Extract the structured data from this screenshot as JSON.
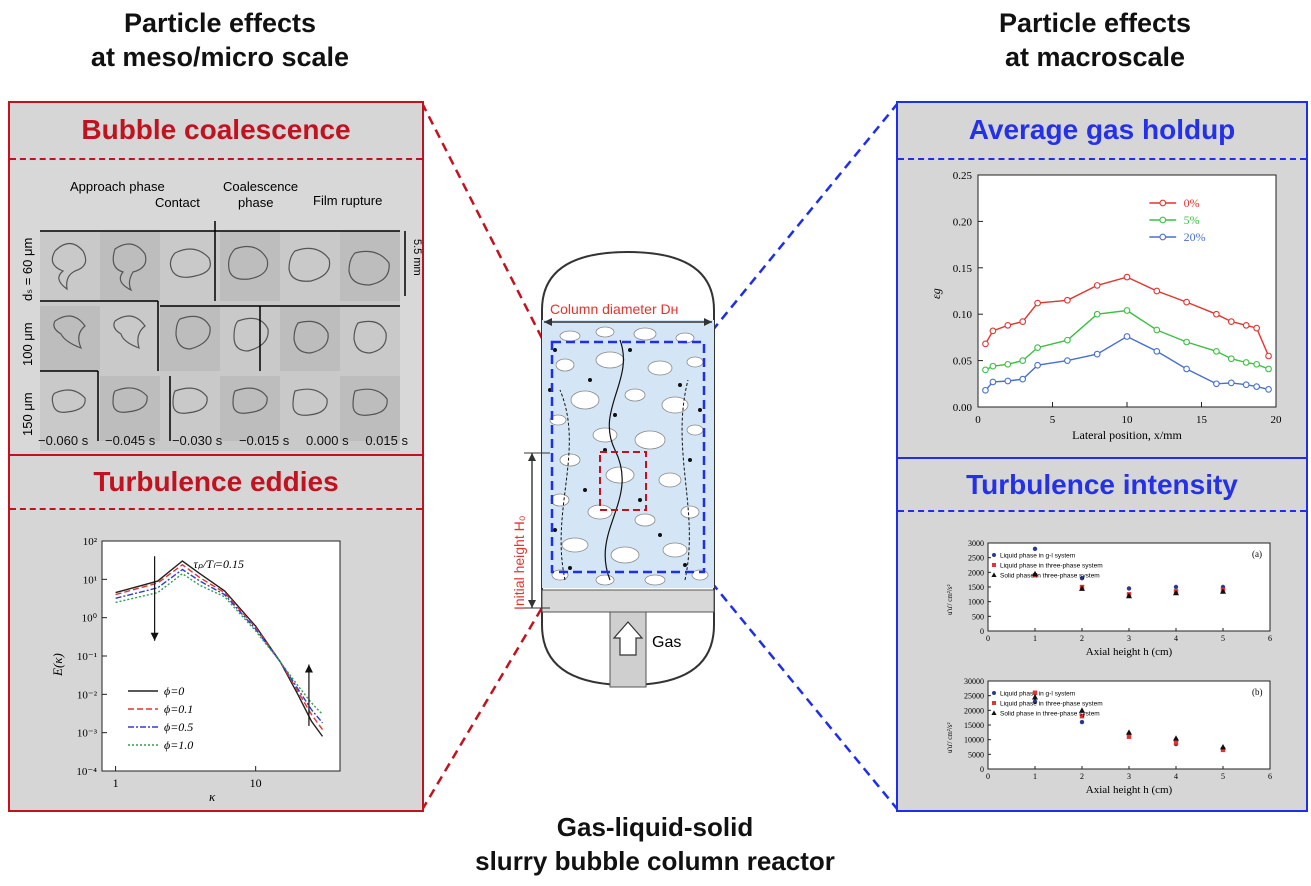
{
  "headings": {
    "left": [
      "Particle effects",
      "at meso/micro scale"
    ],
    "right": [
      "Particle effects",
      "at macroscale"
    ],
    "bottom": [
      "Gas-liquid-solid",
      "slurry bubble column reactor"
    ]
  },
  "panels": {
    "bubble_coalescence": {
      "title": "Bubble coalescence",
      "labels": {
        "approach": "Approach phase",
        "contact": "Contact",
        "coalescence": "Coalescence",
        "coalescence2": "phase",
        "rupture": "Film rupture",
        "scale": "5.5 mm"
      },
      "rows": [
        "dₛ = 60 μm",
        "100 μm",
        "150 μm"
      ],
      "times": [
        "−0.060 s",
        "−0.045 s",
        "−0.030 s",
        "−0.015 s",
        "0.000 s",
        "0.015 s"
      ]
    },
    "turbulence_eddies": {
      "title": "Turbulence  eddies"
    },
    "gas_holdup": {
      "title": "Average gas holdup"
    },
    "turbulence_intensity": {
      "title": "Turbulence intensity"
    }
  },
  "reactor": {
    "diameter_label": "Column diameter Dʜ",
    "height_label": "Initial height H₀",
    "gas_label": "Gas"
  },
  "chart_data": [
    {
      "type": "line",
      "id": "energy-spectrum",
      "xlabel": "κ",
      "ylabel": "E(κ)",
      "xscale": "log",
      "yscale": "log",
      "xlim": [
        0.8,
        40
      ],
      "ylim": [
        0.0001,
        100
      ],
      "x_ticks": [
        "1",
        "10"
      ],
      "y_ticks": [
        "10⁻⁴",
        "10⁻³",
        "10⁻²",
        "10⁻¹",
        "10⁰",
        "10¹",
        "10²"
      ],
      "annotation": "τₚ/Tₗ=0.15",
      "x": [
        1,
        2,
        3,
        4,
        6,
        10,
        15,
        20,
        25,
        30
      ],
      "series": [
        {
          "name": "ϕ=0",
          "color": "#222222",
          "dash": "",
          "values": [
            4.5,
            9,
            30,
            14,
            5,
            0.6,
            0.07,
            0.01,
            0.002,
            0.0008
          ]
        },
        {
          "name": "ϕ=0.1",
          "color": "#e3342f",
          "dash": "6,3",
          "values": [
            4,
            8,
            24,
            11,
            4.5,
            0.55,
            0.07,
            0.012,
            0.003,
            0.0012
          ]
        },
        {
          "name": "ϕ=0.5",
          "color": "#2f3fd6",
          "dash": "6,2,2,2",
          "values": [
            3.2,
            6,
            18,
            9,
            4,
            0.5,
            0.07,
            0.014,
            0.004,
            0.0018
          ]
        },
        {
          "name": "ϕ=1.0",
          "color": "#2e9e4f",
          "dash": "2,2",
          "values": [
            2.5,
            4.5,
            14,
            7,
            3.5,
            0.45,
            0.07,
            0.017,
            0.006,
            0.003
          ]
        }
      ]
    },
    {
      "type": "line",
      "id": "gas-holdup",
      "xlabel": "Lateral position, x/mm",
      "ylabel": "εg",
      "xlim": [
        0,
        20
      ],
      "ylim": [
        0,
        0.25
      ],
      "x_ticks": [
        "0",
        "5",
        "10",
        "15",
        "20"
      ],
      "y_ticks": [
        "0.00",
        "0.05",
        "0.10",
        "0.15",
        "0.20",
        "0.25"
      ],
      "x": [
        0.5,
        1,
        2,
        3,
        4,
        6,
        8,
        10,
        12,
        14,
        16,
        17,
        18,
        18.7,
        19.5
      ],
      "series": [
        {
          "name": "0%",
          "color": "#e3342f",
          "values": [
            0.068,
            0.082,
            0.088,
            0.092,
            0.112,
            0.115,
            0.131,
            0.14,
            0.125,
            0.113,
            0.1,
            0.092,
            0.088,
            0.085,
            0.055
          ]
        },
        {
          "name": "5%",
          "color": "#3dbf46",
          "values": [
            0.04,
            0.044,
            0.046,
            0.05,
            0.064,
            0.072,
            0.1,
            0.104,
            0.083,
            0.07,
            0.06,
            0.052,
            0.048,
            0.046,
            0.041
          ]
        },
        {
          "name": "20%",
          "color": "#4a6fd1",
          "values": [
            0.018,
            0.027,
            0.028,
            0.03,
            0.045,
            0.05,
            0.057,
            0.076,
            0.06,
            0.041,
            0.025,
            0.026,
            0.024,
            0.022,
            0.019
          ]
        }
      ]
    },
    {
      "type": "scatter",
      "id": "turb-intensity-a",
      "panel_label": "(a)",
      "xlabel": "Axial height h (cm)",
      "ylabel": "u'u'/ cm²/s²",
      "xlim": [
        0,
        6
      ],
      "ylim": [
        0,
        3000
      ],
      "x_ticks": [
        "0",
        "1",
        "2",
        "3",
        "4",
        "5",
        "6"
      ],
      "y_ticks": [
        "0",
        "500",
        "1000",
        "1500",
        "2000",
        "2500",
        "3000"
      ],
      "x": [
        1,
        2,
        3,
        4,
        5
      ],
      "series": [
        {
          "name": "Liquid phase in g-l system",
          "color": "#2a3a8f",
          "marker": "circle",
          "values": [
            2800,
            1800,
            1450,
            1500,
            1500
          ]
        },
        {
          "name": "Liquid phase in three-phase system",
          "color": "#e3342f",
          "marker": "square",
          "values": [
            1900,
            1500,
            1250,
            1350,
            1400
          ]
        },
        {
          "name": "Solid phase in three-phase system",
          "color": "#111111",
          "marker": "triangle",
          "values": [
            1950,
            1450,
            1200,
            1300,
            1350
          ]
        }
      ]
    },
    {
      "type": "scatter",
      "id": "turb-intensity-b",
      "panel_label": "(b)",
      "xlabel": "Axial height h (cm)",
      "ylabel": "u'u'/ cm²/s²",
      "xlim": [
        0,
        6
      ],
      "ylim": [
        0,
        30000
      ],
      "x_ticks": [
        "0",
        "1",
        "2",
        "3",
        "4",
        "5",
        "6"
      ],
      "y_ticks": [
        "0",
        "5000",
        "10000",
        "15000",
        "20000",
        "25000",
        "30000"
      ],
      "x": [
        1,
        2,
        3,
        4,
        5
      ],
      "series": [
        {
          "name": "Liquid phase in g-l system",
          "color": "#2a3a8f",
          "marker": "circle",
          "values": [
            23000,
            16000,
            12000,
            8500,
            7000
          ]
        },
        {
          "name": "Liquid phase in three-phase system",
          "color": "#e3342f",
          "marker": "square",
          "values": [
            26000,
            18000,
            11000,
            9000,
            6500
          ]
        },
        {
          "name": "Solid phase in three-phase system",
          "color": "#111111",
          "marker": "triangle",
          "values": [
            24500,
            20000,
            12500,
            10500,
            7500
          ]
        }
      ]
    }
  ]
}
